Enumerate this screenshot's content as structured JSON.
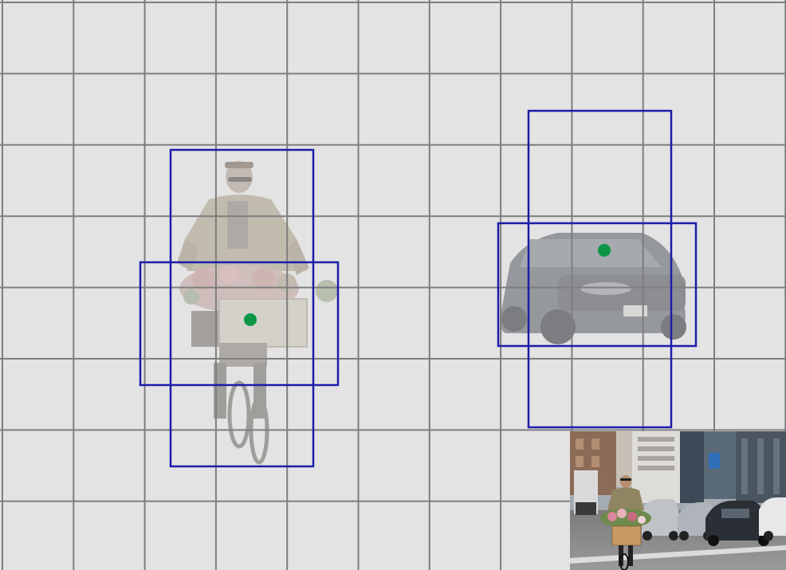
{
  "diagram": {
    "grid": {
      "columns": 11,
      "rows": 8,
      "background": "#e3e3e3",
      "line_color": "#7e7e7e"
    },
    "objects": [
      {
        "label": "cyclist",
        "anchor_box_color": "#1d1daa",
        "center_color": "#0a9645"
      },
      {
        "label": "car",
        "anchor_box_color": "#1d1daa",
        "center_color": "#0a9645"
      }
    ],
    "inset_photo": {
      "subject": "street-scene-cyclist-with-flower-basket-and-cars"
    }
  }
}
